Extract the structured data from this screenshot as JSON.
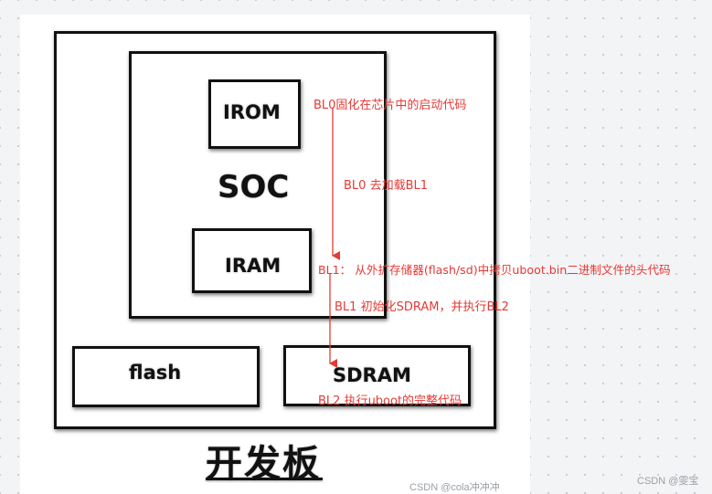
{
  "diagram": {
    "board_title": "开发板",
    "blocks": {
      "soc": "SOC",
      "irom": "IROM",
      "iram": "IRAM",
      "flash": "flash",
      "sdram": "SDRAM"
    },
    "annotations": {
      "bl0_fixed": "BL0固化在芯片中的启动代码",
      "bl0_load": "BL0 去加载BL1",
      "bl1_copy": "BL1： 从外扩存储器(flash/sd)中拷贝uboot.bin二进制文件的头代码",
      "bl1_init": "BL1 初始化SDRAM，并执行BL2",
      "bl2_exec": "BL2 执行uboot的完整代码"
    },
    "annotation_color": "#e53935"
  },
  "watermarks": {
    "inner": "CSDN @cola冲冲冲",
    "outer": "CSDN @雯宝"
  }
}
